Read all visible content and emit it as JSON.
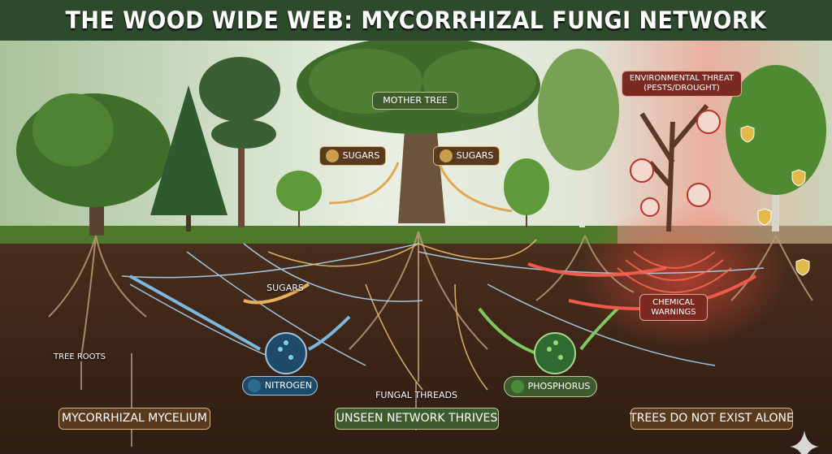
{
  "title": "THE WOOD WIDE WEB: MYCORRHIZAL FUNGI NETWORK",
  "labels": {
    "mother_tree": "MOTHER TREE",
    "sugars_left": "SUGARS",
    "sugars_right": "SUGARS",
    "environmental_threat": "ENVIRONMENTAL THREAT (PESTS/DROUGHT)",
    "sugars_underground": "SUGARS",
    "chemical_warnings": "CHEMICAL WARNINGS",
    "tree_roots": "TREE ROOTS",
    "nitrogen": "NITROGEN",
    "fungal_threads": "FUNGAL THREADS",
    "phosphorus": "PHOSPHORUS",
    "mycorrhizal_mycelium": "MYCORRHIZAL MYCELIUM",
    "unseen_network": "UNSEEN NETWORK THRIVES",
    "trees_not_alone": "TREES DO NOT EXIST ALONE"
  },
  "colors": {
    "title_bg": "#2e4a2c",
    "soil": "#3a2418",
    "fungal_blue": "#9fd0f0",
    "fungal_gold": "#e8c070",
    "warning_red": "#e04a3a",
    "nutrient_green": "#7ec860"
  }
}
